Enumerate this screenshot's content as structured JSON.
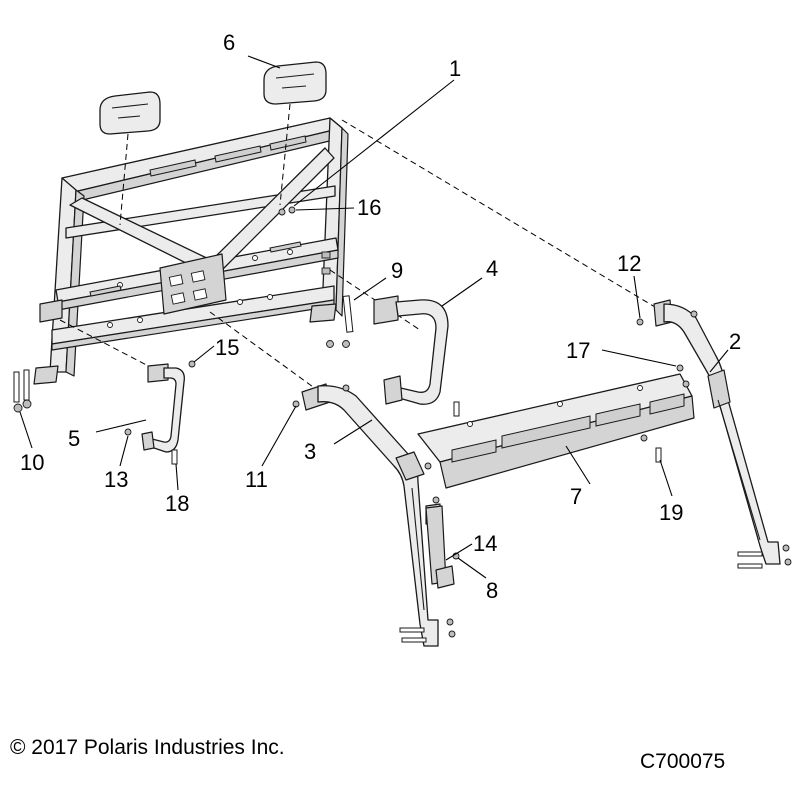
{
  "callouts": [
    {
      "id": "c1",
      "label": "1"
    },
    {
      "id": "c2",
      "label": "2"
    },
    {
      "id": "c3",
      "label": "3"
    },
    {
      "id": "c4",
      "label": "4"
    },
    {
      "id": "c5",
      "label": "5"
    },
    {
      "id": "c6",
      "label": "6"
    },
    {
      "id": "c7",
      "label": "7"
    },
    {
      "id": "c8",
      "label": "8"
    },
    {
      "id": "c9",
      "label": "9"
    },
    {
      "id": "c10",
      "label": "10"
    },
    {
      "id": "c11",
      "label": "11"
    },
    {
      "id": "c12",
      "label": "12"
    },
    {
      "id": "c13",
      "label": "13"
    },
    {
      "id": "c14",
      "label": "14"
    },
    {
      "id": "c15",
      "label": "15"
    },
    {
      "id": "c16",
      "label": "16"
    },
    {
      "id": "c17",
      "label": "17"
    },
    {
      "id": "c18",
      "label": "18"
    },
    {
      "id": "c19",
      "label": "19"
    }
  ],
  "footer": {
    "copyright": "© 2017 Polaris Industries Inc.",
    "figure_id": "C700075"
  },
  "colors": {
    "line": "#1a1a1a",
    "part_fill": "#ececec",
    "shade": "#d4d4d4",
    "background": "#ffffff"
  }
}
